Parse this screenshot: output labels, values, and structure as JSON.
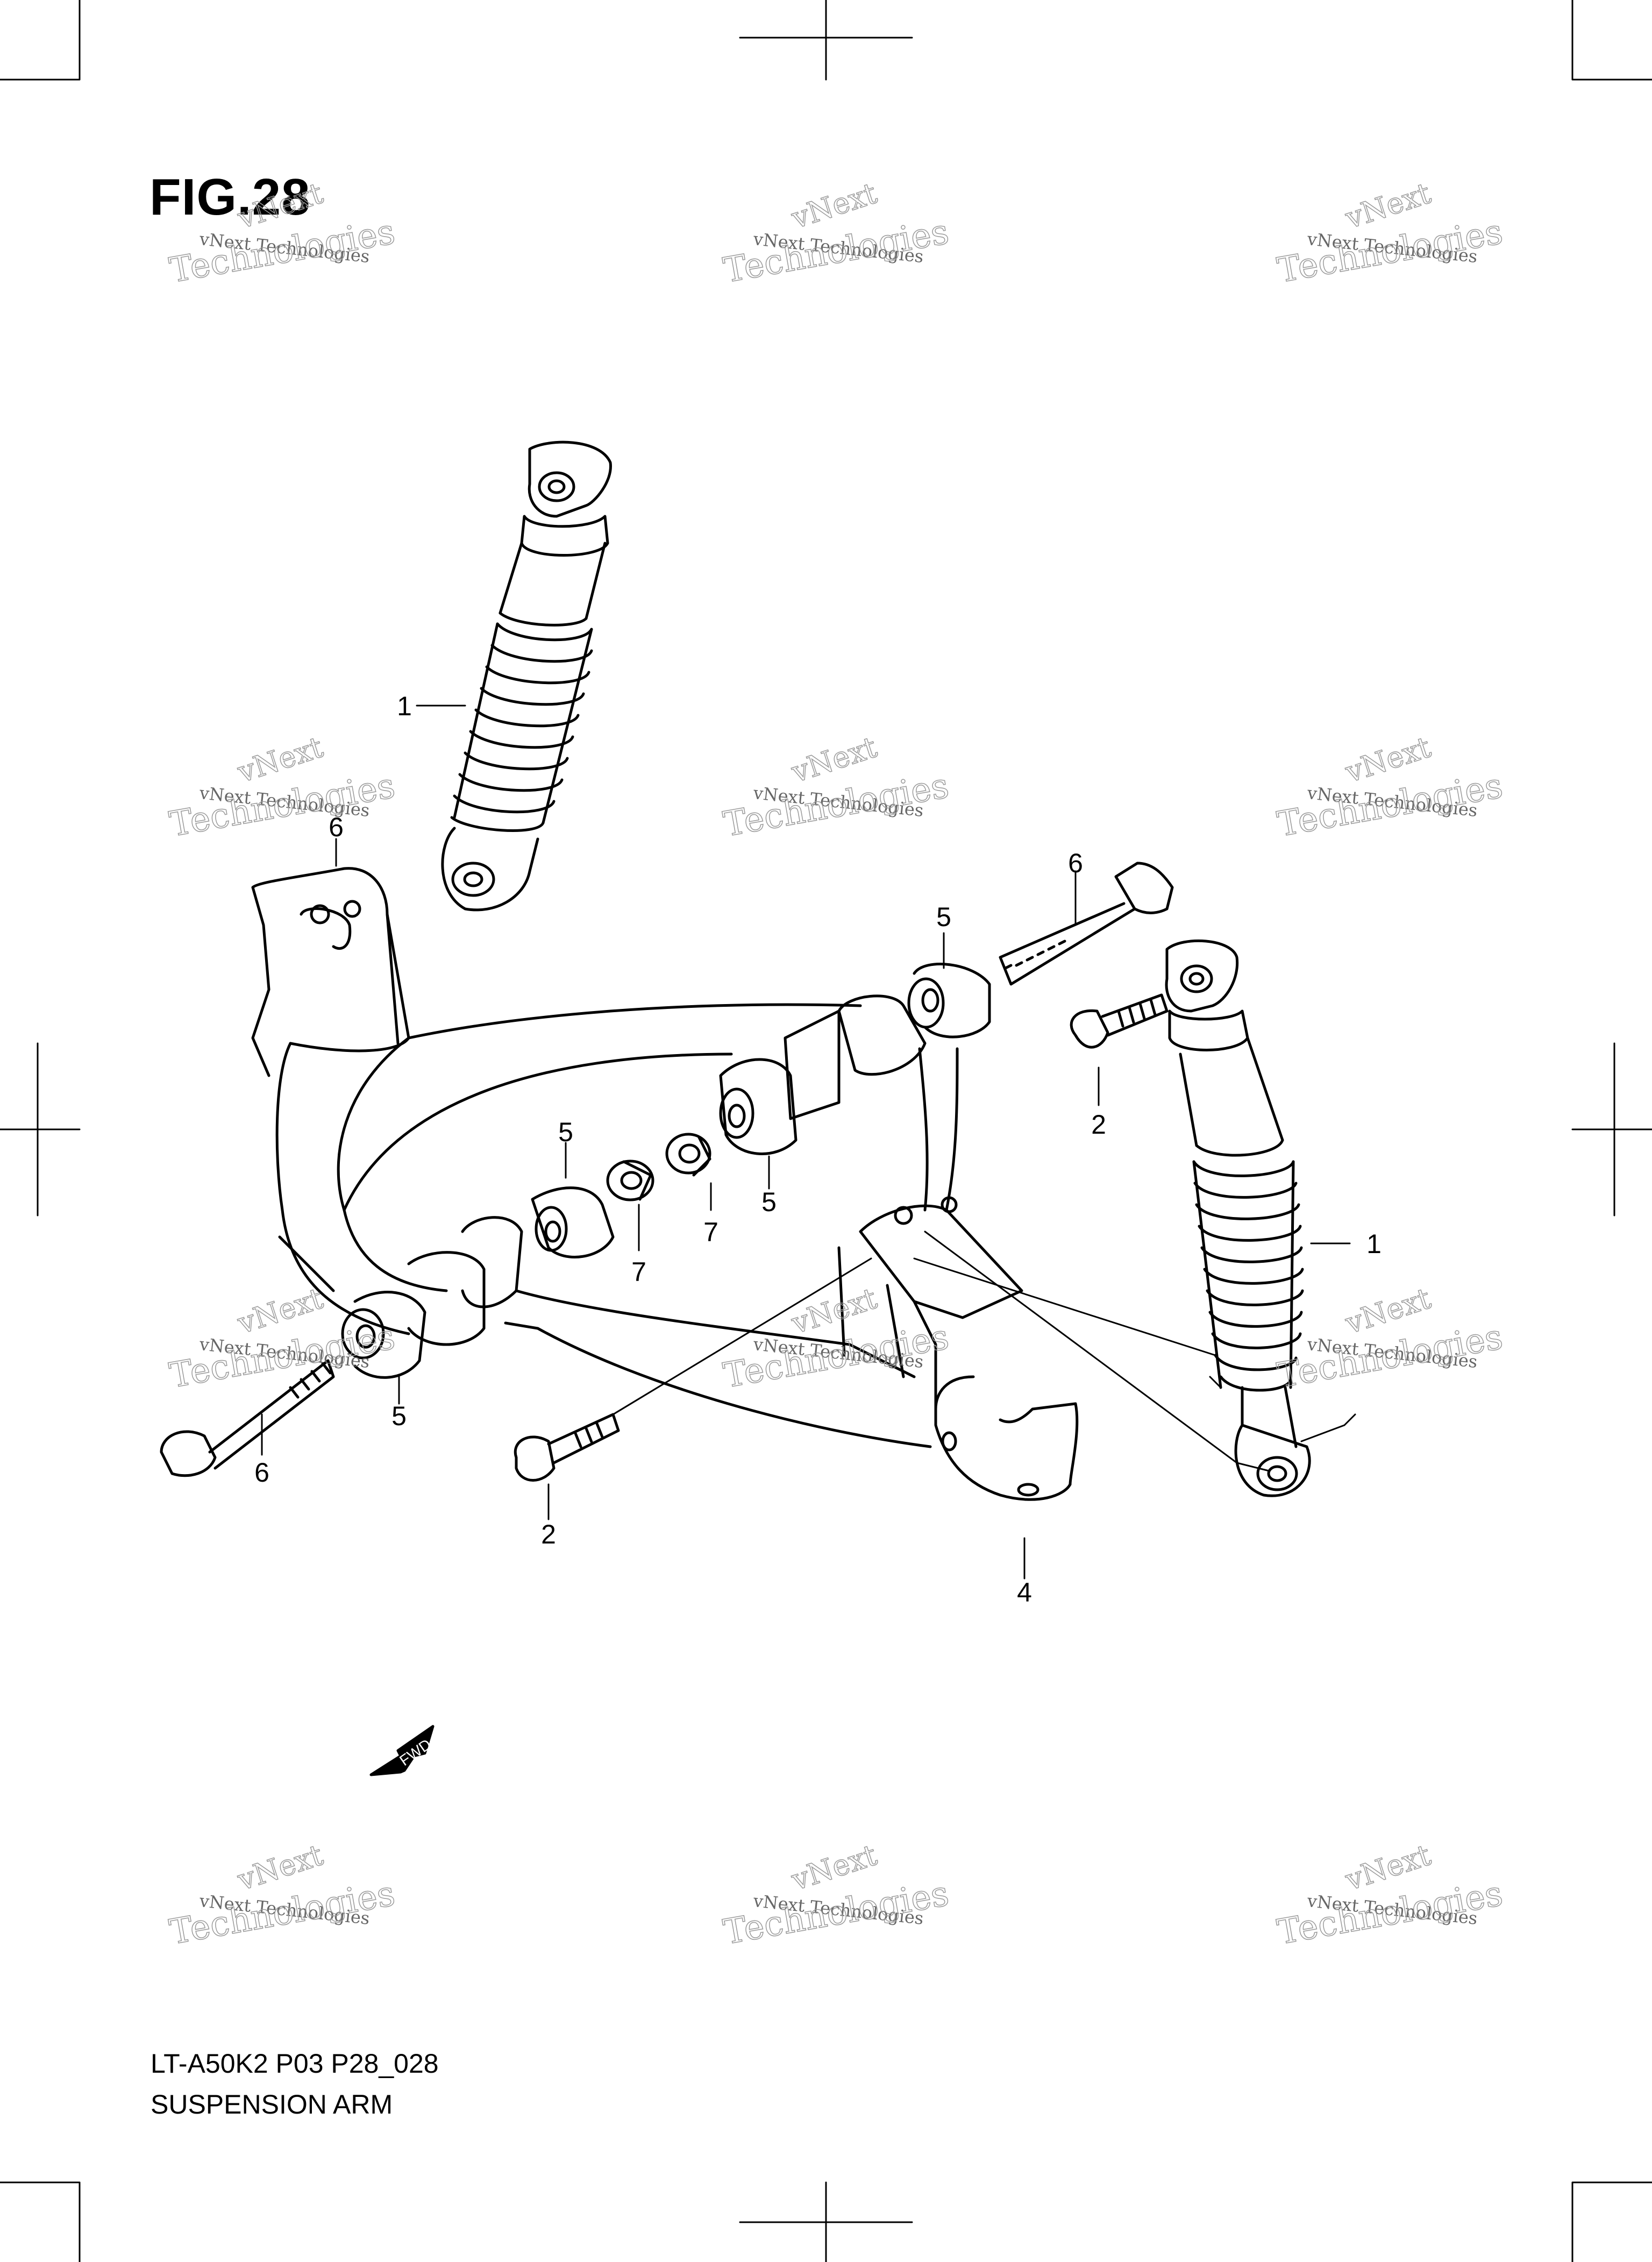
{
  "figure": {
    "title": "FIG.28",
    "footer_code": "LT-A50K2 P03 P28_028",
    "footer_name": "SUSPENSION ARM"
  },
  "watermark": {
    "line1": "vNext Technologies",
    "line2": "vNext",
    "line3": "Technologies"
  },
  "callouts": [
    "1",
    "1",
    "6",
    "5",
    "2",
    "5",
    "7",
    "7",
    "5",
    "5",
    "6",
    "2",
    "4",
    "6"
  ],
  "fwd_label": "FWD",
  "colors": {
    "ink": "#000000",
    "paper": "#ffffff",
    "watermark": "#9a9a9a"
  }
}
